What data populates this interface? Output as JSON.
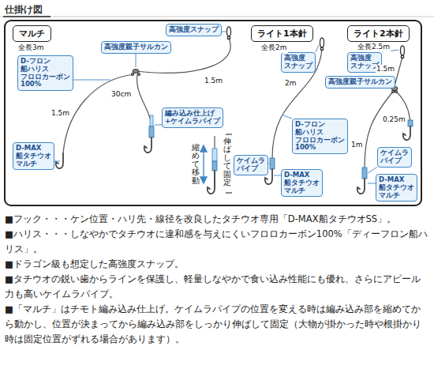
{
  "diagram": {
    "title": "仕掛け図",
    "nodes": [
      {
        "text": [
          "マルチ"
        ]
      },
      {
        "text": [
          "高強度親子サルカン"
        ]
      },
      {
        "text": [
          "高強度スナップ"
        ]
      },
      {
        "text": [
          "D-フロン 船ハリス フロロカーボン 100%"
        ]
      },
      {
        "text": [
          "編み込み仕上げ +ケイムラパイプ"
        ]
      },
      {
        "text": [
          "D-MAX 船タチウオ マルチ"
        ]
      },
      {
        "text": [
          "ライト1本針"
        ]
      },
      {
        "text": [
          "高強度 スナップ"
        ]
      },
      {
        "text": [
          "D-フロン 船ハリス フロロカーボン 100%"
        ]
      },
      {
        "text": [
          "ケイムラ パイプ"
        ]
      },
      {
        "text": [
          "D-MAX 船タチウオ マルチ"
        ]
      },
      {
        "text": [
          "ライト2本針"
        ]
      },
      {
        "text": [
          "高強度 スナップ"
        ]
      },
      {
        "text": [
          "高強度親子サルカン"
        ]
      },
      {
        "text": [
          "ケイムラ パイプ"
        ]
      },
      {
        "text": [
          "D-MAX 船タチウオ マルチ"
        ]
      }
    ],
    "labels": [
      "全長3m",
      "1.5m",
      "30cm",
      "1.5m",
      "伸ばして固定",
      "縮めて移動",
      "全長2m",
      "2m",
      "全長2.5m",
      "1.5m",
      "0.25m",
      "1m",
      "■フック・・・ケン位置・ハリ先・線径を改良したタチウオ専用「D-MAX船タチウオSS」。",
      "■ハリス・・・しなやかでタチウオに違和感を与えにくいフロロカーボン100%「ディーフロン船ハリス」。",
      "■ドラゴン級も想定した高強度スナップ。",
      "■タチウオの鋭い歯からラインを保護し、軽量しなやかで食い込み性能にも優れ、さらにアピール力も高いケイムラパイプ。",
      "■「マルチ」はチモト編み込み仕上げ。ケイムラパイプの位置を変える時は編み込み部を縮めてから動かし、位置が決まってから編み込み部をしっかり伸ばして固定（大物が掛かった時や根掛かり時は固定位置がずれる場合があります）。"
    ]
  }
}
